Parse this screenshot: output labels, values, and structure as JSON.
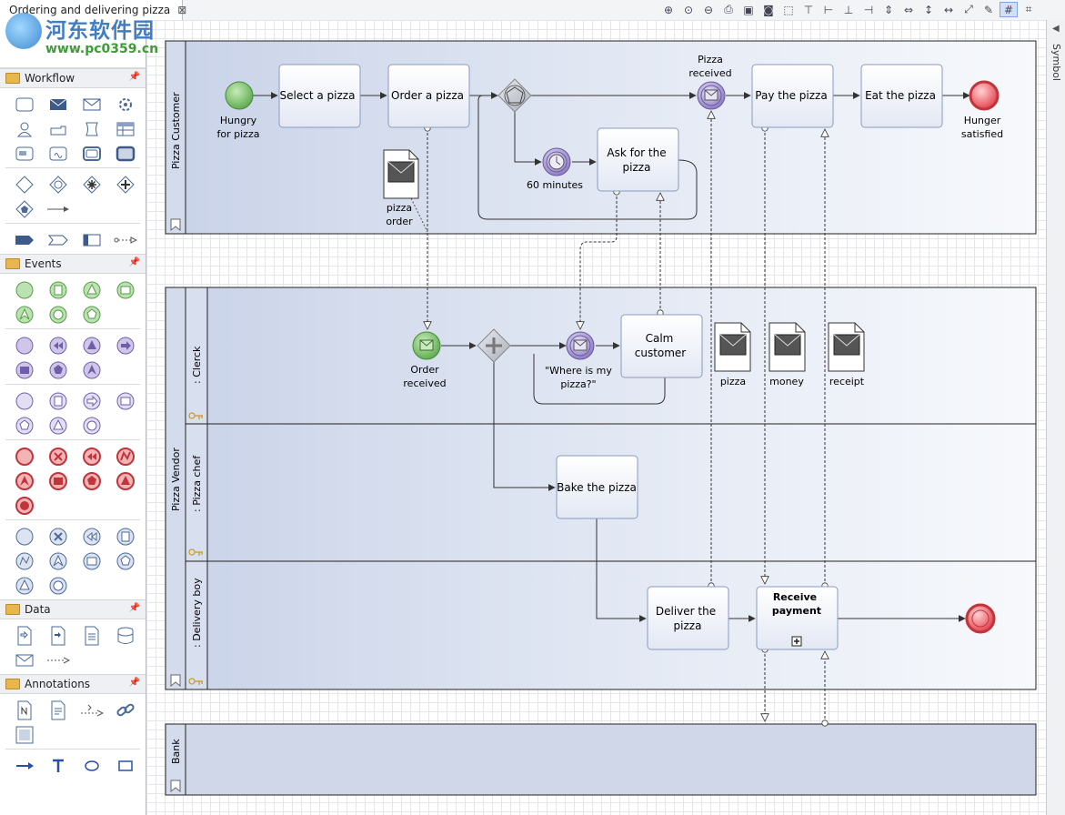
{
  "editor": {
    "tab_title": "Ordering and delivering pizza",
    "close_glyph": "⊠"
  },
  "watermark": {
    "title": "河东软件园",
    "url": "www.pc0359.cn"
  },
  "toolbar": {
    "icons": [
      "zoom-in-icon",
      "zoom-reset-icon",
      "zoom-out-icon",
      "print-icon",
      "save-icon",
      "snapshot-icon",
      "select-icon",
      "align-top-icon",
      "align-left-icon",
      "align-bottom-icon",
      "align-right-icon",
      "distribute-v-icon",
      "distribute-h-icon",
      "size-v-icon",
      "size-h-icon",
      "size-both-icon",
      "pen-icon",
      "grid-icon",
      "snap-icon"
    ]
  },
  "side_panel": {
    "label": "Symbol"
  },
  "palette": {
    "sections": [
      {
        "title": "Workflow"
      },
      {
        "title": "Events"
      },
      {
        "title": "Data"
      },
      {
        "title": "Annotations"
      }
    ]
  },
  "diagram": {
    "pools": [
      {
        "name": "Pizza Customer"
      },
      {
        "name": "Pizza Vendor"
      },
      {
        "name": "Bank"
      }
    ],
    "lanes": [
      {
        "name": ": Clerck"
      },
      {
        "name": ": Pizza chef"
      },
      {
        "name": ": Delivery boy"
      }
    ],
    "tasks": {
      "select_pizza": [
        "Select a pizza"
      ],
      "order_pizza": [
        "Order a pizza"
      ],
      "pay_pizza": [
        "Pay the pizza"
      ],
      "eat_pizza": [
        "Eat the pizza"
      ],
      "ask_pizza": [
        "Ask for the",
        "pizza"
      ],
      "calm_customer": [
        "Calm",
        "customer"
      ],
      "bake_pizza": [
        "Bake the pizza"
      ],
      "deliver_pizza": [
        "Deliver the",
        "pizza"
      ],
      "receive_payment": [
        "Receive",
        "payment"
      ]
    },
    "events": {
      "hungry": [
        "Hungry",
        "for pizza"
      ],
      "pizza_received": [
        "Pizza",
        "received"
      ],
      "hunger_satisfied": [
        "Hunger",
        "satisfied"
      ],
      "sixty_minutes": [
        "60 minutes"
      ],
      "order_received": [
        "Order",
        "received"
      ],
      "where_is_pizza": [
        "\"Where is my",
        "pizza?\""
      ]
    },
    "messages": {
      "pizza_order": [
        "pizza",
        "order"
      ],
      "pizza": [
        "pizza"
      ],
      "money": [
        "money"
      ],
      "receipt": [
        "receipt"
      ]
    },
    "colors": {
      "pool_fill": "#d4dcec",
      "task_fill": "#f2f4fb",
      "start_event": "#7fc470",
      "end_event": "#e8454d",
      "intermediate_event": "#8f7fc4",
      "gateway": "#b8bcc4"
    }
  }
}
